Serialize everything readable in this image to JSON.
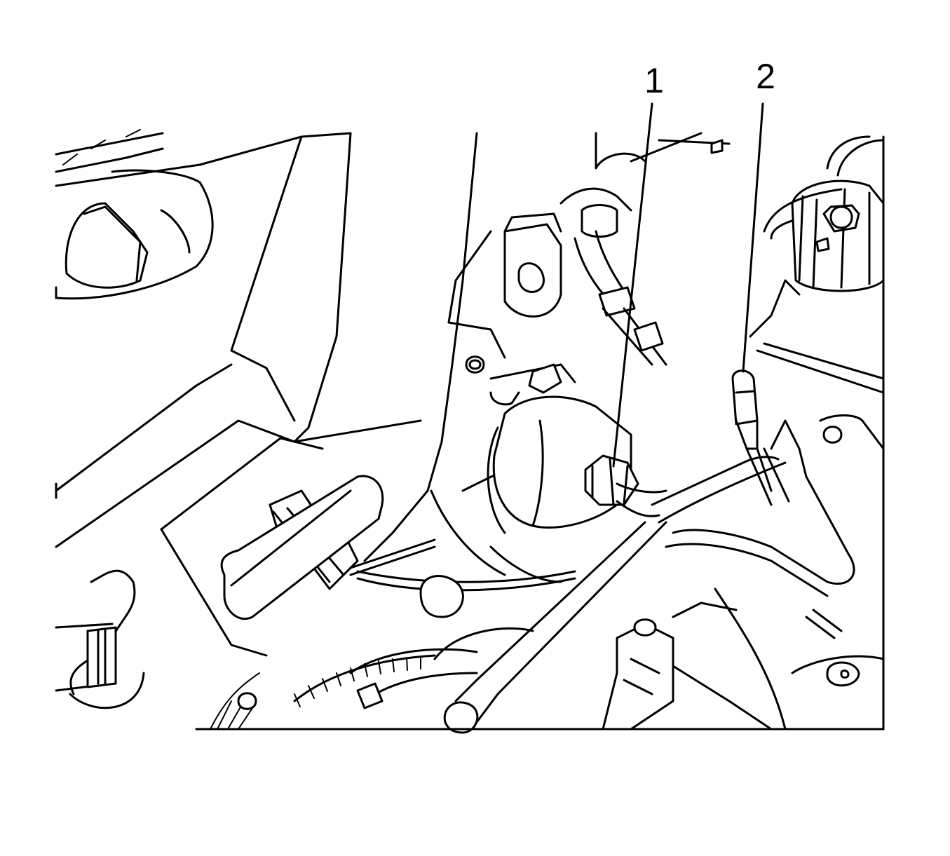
{
  "callouts": [
    {
      "id": "callout-1",
      "label": "1"
    },
    {
      "id": "callout-2",
      "label": "2"
    }
  ],
  "colors": {
    "line": "#000000",
    "background": "#ffffff"
  }
}
